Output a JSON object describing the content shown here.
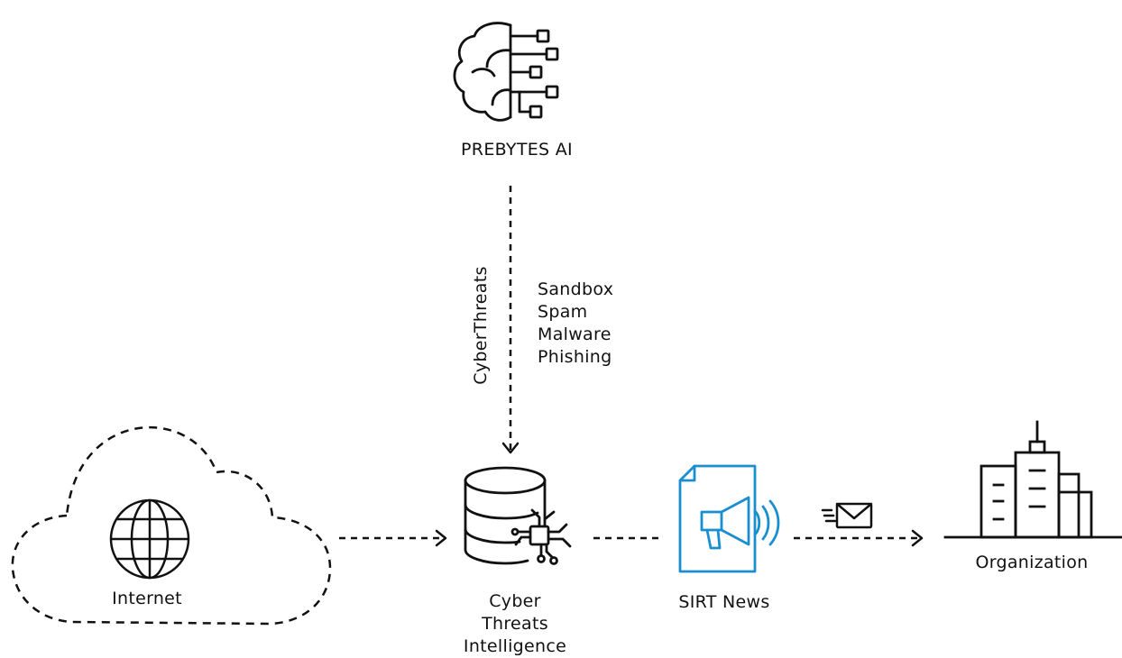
{
  "nodes": {
    "ai": {
      "label": "PREBYTES AI",
      "icon": "brain-circuit-icon"
    },
    "internet": {
      "label": "Internet",
      "icon": "globe-icon",
      "container_icon": "cloud-icon"
    },
    "cti": {
      "lines": [
        "Cyber",
        "Threats",
        "Intelligence"
      ],
      "icon": "database-chip-icon"
    },
    "sirt": {
      "label": "SIRT News",
      "icon": "megaphone-document-icon"
    },
    "org": {
      "label": "Organization",
      "icon": "office-buildings-icon"
    }
  },
  "flow_labels": {
    "vertical": "CyberThreats",
    "threat_types": [
      "Sandbox",
      "Spam",
      "Malware",
      "Phishing"
    ]
  },
  "icons": {
    "email": "email-send-icon"
  },
  "colors": {
    "stroke": "#111111",
    "accent": "#1a8fd0",
    "background": "#ffffff"
  }
}
